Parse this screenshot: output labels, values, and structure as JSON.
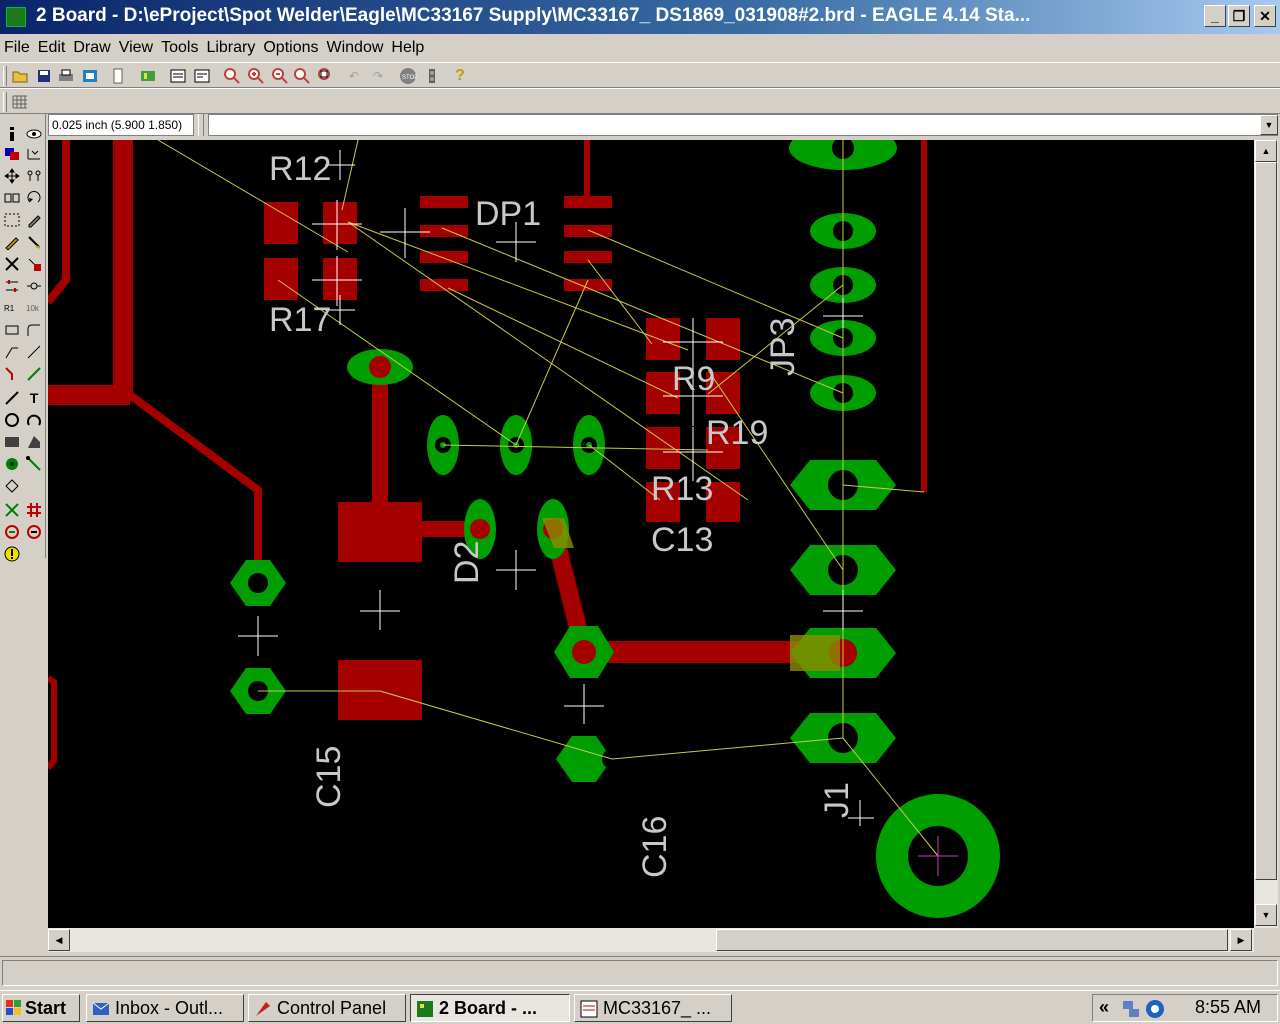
{
  "window": {
    "title": "2 Board - D:\\eProject\\Spot Welder\\Eagle\\MC33167 Supply\\MC33167_ DS1869_031908#2.brd - EAGLE 4.14 Sta...",
    "buttons": [
      "_",
      "❐",
      "✕"
    ]
  },
  "menu": [
    "File",
    "Edit",
    "Draw",
    "View",
    "Tools",
    "Library",
    "Options",
    "Window",
    "Help"
  ],
  "command": {
    "coordinates": "0.025 inch (5.900 1.850)",
    "input_value": ""
  },
  "board": {
    "labels": {
      "r12": "R12",
      "r17": "R17",
      "dp1": "DP1",
      "r9": "R9",
      "r19": "R19",
      "r13": "R13",
      "c13": "C13",
      "jp3": "JP3",
      "d2": "D2",
      "c15": "C15",
      "c16": "C16",
      "j1": "J1"
    },
    "colors": {
      "background": "#000000",
      "copper": "#a50000",
      "pad": "#009e00",
      "airwire": "#c8c84a",
      "label": "#c8c8c8"
    }
  },
  "taskbar": {
    "start": "Start",
    "tasks": [
      "Inbox - Outl...",
      "Control Panel",
      "2 Board - ...",
      "MC33167_ ..."
    ],
    "tray_chevron": "«",
    "clock": "8:55 AM"
  }
}
